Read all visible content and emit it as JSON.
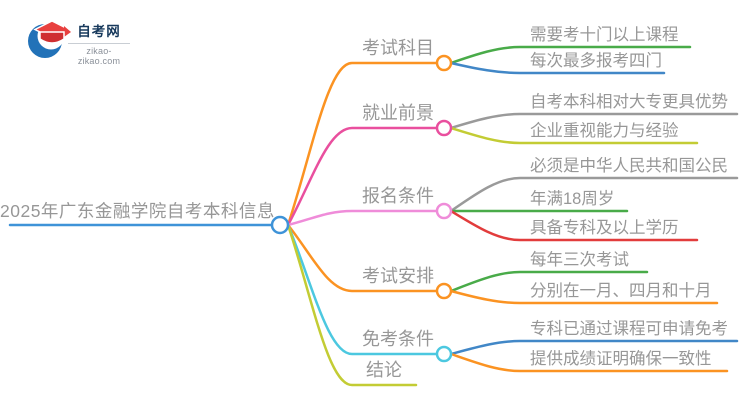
{
  "logo": {
    "name": "自考网",
    "domain": "zikao-zikao.com",
    "swoosh_color": "#2272b8",
    "cap_top_color": "#e8403f",
    "cap_front_color": "#cf2f31"
  },
  "root": {
    "label": "2025年广东金融学院自考本科信息",
    "color": "#3e93d8"
  },
  "branches": [
    {
      "label": "考试科目",
      "color": "#fb9322",
      "children": [
        {
          "label": "需要考十门以上课程",
          "color": "#49ab49"
        },
        {
          "label": "每次最多报考四门",
          "color": "#4187c7"
        }
      ]
    },
    {
      "label": "就业前景",
      "color": "#e94f9e",
      "children": [
        {
          "label": "自考本科相对大专更具优势",
          "color": "#9a9a9a"
        },
        {
          "label": "企业重视能力与经验",
          "color": "#c3cc34"
        }
      ]
    },
    {
      "label": "报名条件",
      "color": "#ef8cd9",
      "children": [
        {
          "label": "必须是中华人民共和国公民",
          "color": "#9a9a9a"
        },
        {
          "label": "年满18周岁",
          "color": "#49ab49"
        },
        {
          "label": "具备专科及以上学历",
          "color": "#e23c3c"
        }
      ]
    },
    {
      "label": "考试安排",
      "color": "#fb9322",
      "children": [
        {
          "label": "每年三次考试",
          "color": "#49ab49"
        },
        {
          "label": "分别在一月、四月和十月",
          "color": "#fb9322"
        }
      ]
    },
    {
      "label": "免考条件",
      "color": "#4cc8e0",
      "children": [
        {
          "label": "专科已通过课程可申请免考",
          "color": "#4187c7"
        },
        {
          "label": "提供成绩证明确保一致性",
          "color": "#fb9322"
        }
      ]
    },
    {
      "label": "结论",
      "color": "#c3cc34",
      "children": []
    }
  ]
}
